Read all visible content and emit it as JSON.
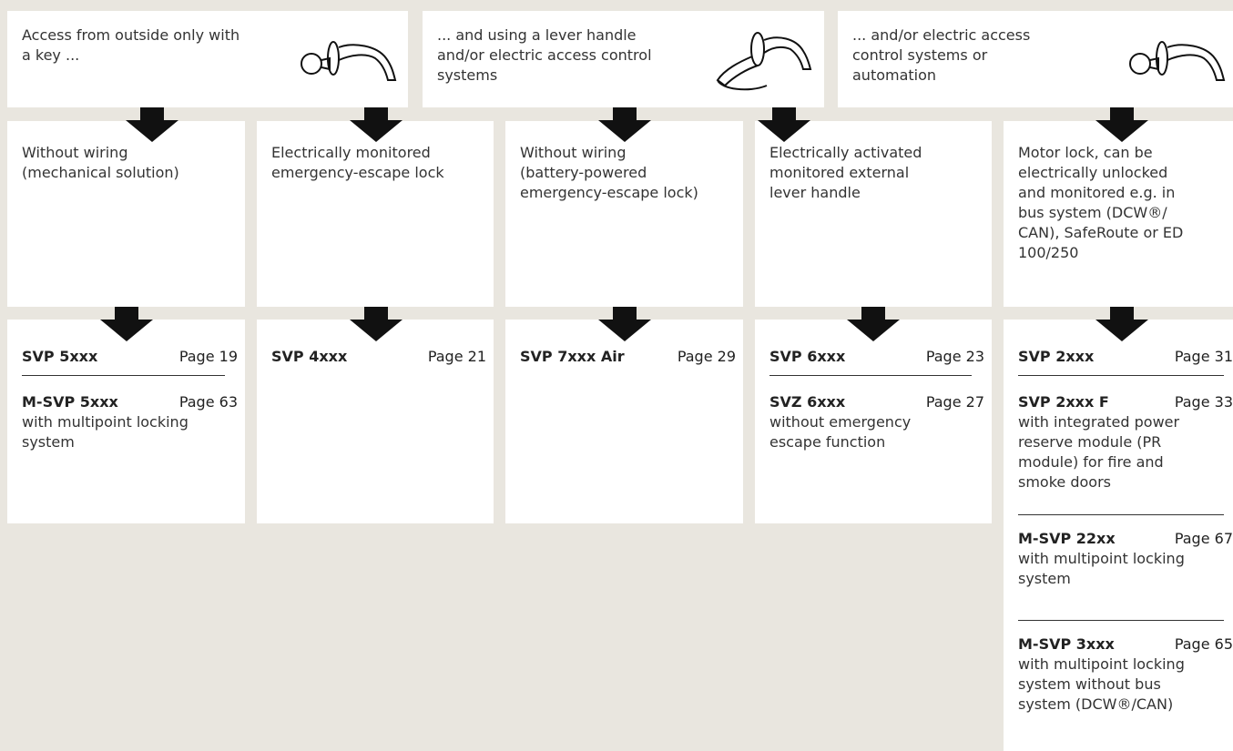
{
  "top": [
    {
      "text": "Access from outside only with\na key ...",
      "icon": "door-knob-and-lever-icon"
    },
    {
      "text": "... and using a lever handle\nand/or electric access control\nsystems",
      "icon": "double-lever-handle-icon"
    },
    {
      "text": "... and/or electric access\ncontrol systems or\nautomation",
      "icon": "door-knob-and-lever-icon"
    }
  ],
  "middle": [
    "Without wiring\n(mechanical solution)",
    "Electrically monitored\nemergency-escape lock",
    "Without wiring\n(battery-powered\nemergency-escape lock)",
    "Electrically activated\nmonitored external\nlever handle",
    "Motor lock, can be\nelectrically unlocked\nand monitored e.g. in\nbus system (DCW®/\nCAN), SafeRoute or ED\n100/250"
  ],
  "products": [
    [
      {
        "name": "SVP 5xxx",
        "page": "Page 19",
        "desc": ""
      },
      {
        "name": "M-SVP 5xxx",
        "page": "Page 63",
        "desc": "with multipoint locking\nsystem"
      }
    ],
    [
      {
        "name": "SVP 4xxx",
        "page": "Page 21",
        "desc": ""
      }
    ],
    [
      {
        "name": "SVP 7xxx Air",
        "page": "Page 29",
        "desc": ""
      }
    ],
    [
      {
        "name": "SVP 6xxx",
        "page": "Page 23",
        "desc": ""
      },
      {
        "name": "SVZ 6xxx",
        "page": "Page 27",
        "desc": "without emergency\nescape function"
      }
    ],
    [
      {
        "name": "SVP 2xxx",
        "page": "Page 31",
        "desc": ""
      },
      {
        "name": "SVP 2xxx F",
        "page": "Page 33",
        "desc": "with integrated power\nreserve module (PR\nmodule) for fire and\nsmoke doors"
      },
      {
        "name": "M-SVP 22xx",
        "page": "Page 67",
        "desc": "with multipoint locking\nsystem"
      },
      {
        "name": "M-SVP 3xxx",
        "page": "Page 65",
        "desc": "with multipoint locking\nsystem without bus\nsystem (DCW®/CAN)"
      }
    ]
  ],
  "colors": {
    "background": "#e9e6df",
    "box": "#ffffff",
    "arrow": "#111111"
  }
}
